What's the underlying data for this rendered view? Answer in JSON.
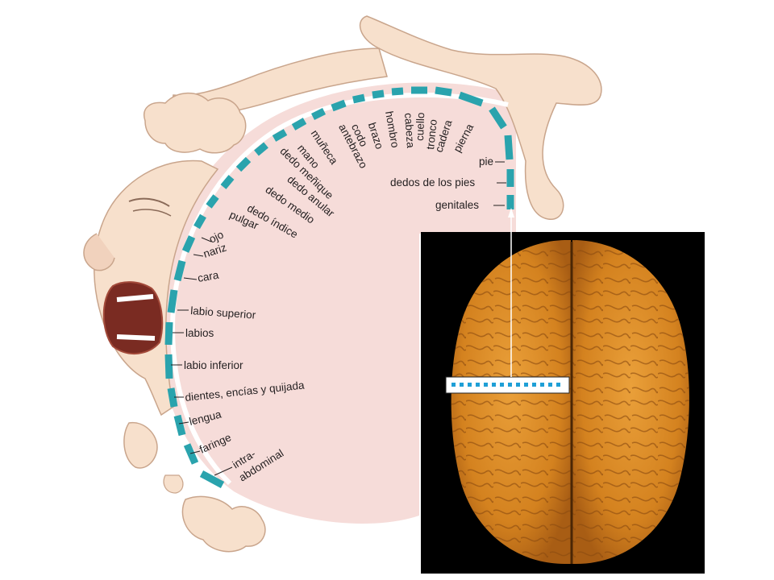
{
  "labels": {
    "pie": "pie",
    "dedos_pies": "dedos de los pies",
    "genitales": "genitales",
    "pierna": "pierna",
    "cadera": "cadera",
    "tronco": "tronco",
    "cuello": "cuello",
    "cabeza": "cabeza",
    "hombro": "hombro",
    "brazo": "brazo",
    "codo": "codo",
    "antebrazo": "antebrazo",
    "muneca": "muñeca",
    "mano": "mano",
    "menique": "dedo meñique",
    "anular": "dedo anular",
    "medio": "dedo medio",
    "indice": "dedo índice",
    "pulgar": "pulgar",
    "ojo": "ojo",
    "nariz": "nariz",
    "cara": "cara",
    "labio_superior": "labio superior",
    "labios": "labios",
    "labio_inferior": "labio inferior",
    "dientes": "dientes, encías y quijada",
    "lengua": "lengua",
    "faringe": "faringe",
    "intra1": "intra-",
    "intra2": "abdominal"
  },
  "colors": {
    "cortex_band": "#2aa3ad",
    "skin": "#f7e0cc",
    "skin_outline": "#c9a58c",
    "pink_fill": "#f6dcd9",
    "photo_bg": "#000000",
    "brain": "#d88a2a",
    "section_dots": "#1f9fd6"
  }
}
